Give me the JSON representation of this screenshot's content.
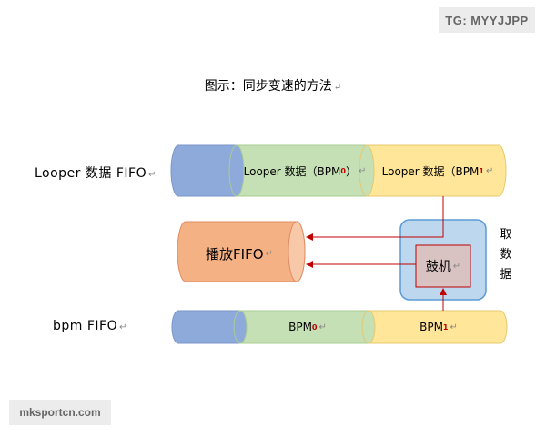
{
  "watermark_top": "TG: MYYJJPP",
  "watermark_bottom": "mksportcn.com",
  "title": "图示：同步变速的方法",
  "return_mark": "↵",
  "looper_row": {
    "label": "Looper 数据 FIFO",
    "seg1_prefix": "Looper 数据（BPM",
    "seg1_sub": "0",
    "seg1_suffix": "）",
    "seg2_prefix": "Looper 数据（BPM",
    "seg2_sub": "1",
    "seg2_suffix": ""
  },
  "bpm_row": {
    "label": "bpm FIFO",
    "seg1_prefix": "BPM",
    "seg1_sub": "0",
    "seg2_prefix": "BPM",
    "seg2_sub": "1"
  },
  "play_fifo": "播放FIFO",
  "drum_machine": "鼓机",
  "fetch_data": [
    "取",
    "数",
    "据"
  ],
  "colors": {
    "blue": "#8eaadb",
    "green": "#c5e0b4",
    "yellow": "#ffe699",
    "salmon": "#f4b183",
    "drum_outer": "#bdd7ee",
    "drum_inner": "#d9c2c2",
    "arrow": "#c00000"
  }
}
